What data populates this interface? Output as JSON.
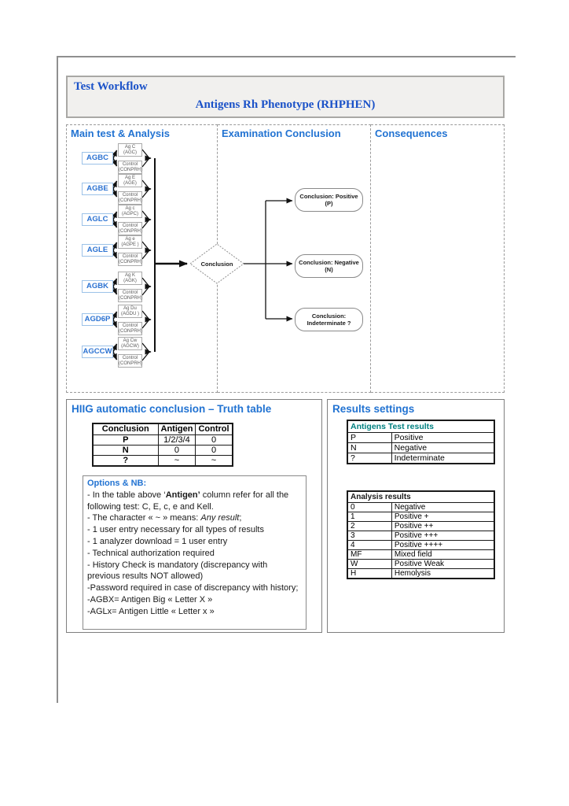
{
  "colors": {
    "heading_blue": "#2273d2",
    "title_blue": "#1b52c8",
    "results_header_teal": "#008080",
    "code_box_blue": "#2b72d2"
  },
  "header": {
    "title": "Test Workflow",
    "subtitle": "Antigens Rh Phenotype (RHPHEN)"
  },
  "workflow": {
    "columns": [
      "Main test & Analysis",
      "Examination Conclusion",
      "Consequences"
    ],
    "groups": [
      {
        "code": "AGBC",
        "antigen": [
          "Ag C",
          "(AGC)"
        ],
        "control": [
          "Control",
          "(CONPRH)"
        ]
      },
      {
        "code": "AGBE",
        "antigen": [
          "Ag E",
          "(AGE)"
        ],
        "control": [
          "Control",
          "(CONPRH)"
        ]
      },
      {
        "code": "AGLC",
        "antigen": [
          "Ag c",
          "(AGPC)"
        ],
        "control": [
          "Control",
          "(CONPRH)"
        ]
      },
      {
        "code": "AGLE",
        "antigen": [
          "Ag e",
          "(AGPE )"
        ],
        "control": [
          "Control",
          "(CONPRH)"
        ]
      },
      {
        "code": "AGBK",
        "antigen": [
          "Ag K",
          "(AGK)"
        ],
        "control": [
          "Control",
          "(CONPRH)"
        ]
      },
      {
        "code": "AGD6P",
        "antigen": [
          "Ag Du",
          "(AGDU )"
        ],
        "control": [
          "Control",
          "(CONPRH)"
        ]
      },
      {
        "code": "AGCCW",
        "antigen": [
          "Ag Cw",
          "(AGCW)"
        ],
        "control": [
          "Control",
          "(CONPRH)"
        ]
      }
    ],
    "decision": "Conclusion",
    "outcomes": [
      {
        "line1": "Conclusion: Positive",
        "line2": "(P)"
      },
      {
        "line1": "Conclusion: Negative",
        "line2": "(N)"
      },
      {
        "line1": "Conclusion:",
        "line2": "Indeterminate ?"
      }
    ]
  },
  "truth_section": {
    "title": "HIIG automatic conclusion – Truth table",
    "table": {
      "headers": [
        "Conclusion",
        "Antigen",
        "Control"
      ],
      "rows": [
        [
          "P",
          "1/2/3/4",
          "0"
        ],
        [
          "N",
          "0",
          "0"
        ],
        [
          "?",
          "~",
          "~"
        ]
      ]
    },
    "notes": {
      "heading": "Options & NB:",
      "p1_pre": "- In the table above ‘",
      "p1_bold": "Antigen’",
      "p1_post": " column refer for all the following test: C, E, c, e and Kell.",
      "p2_pre": "- The character « ~ » means: ",
      "p2_italic": "Any result",
      "p2_post": ";",
      "p3": "- 1 user entry necessary for all types of results",
      "p4": "- 1 analyzer download = 1 user entry",
      "p5": "- Technical authorization required",
      "p6": "- History Check is mandatory (discrepancy with previous results NOT allowed)",
      "p7": "-Password required in case of discrepancy with history;",
      "p8": "-AGBX= Antigen Big « Letter X »",
      "p9": "-AGLx= Antigen Little « Letter x »"
    }
  },
  "results_section": {
    "title": "Results settings",
    "antigens_table": {
      "header": "Antigens Test results",
      "rows": [
        [
          "P",
          "Positive"
        ],
        [
          "N",
          "Negative"
        ],
        [
          "?",
          "Indeterminate"
        ]
      ]
    },
    "analysis_table": {
      "header": "Analysis results",
      "rows": [
        [
          "0",
          "Negative"
        ],
        [
          "1",
          "Positive +"
        ],
        [
          "2",
          "Positive ++"
        ],
        [
          "3",
          "Positive +++"
        ],
        [
          "4",
          "Positive ++++"
        ],
        [
          "MF",
          "Mixed field"
        ],
        [
          "W",
          "Positive Weak"
        ],
        [
          "H",
          "Hemolysis"
        ]
      ]
    }
  }
}
